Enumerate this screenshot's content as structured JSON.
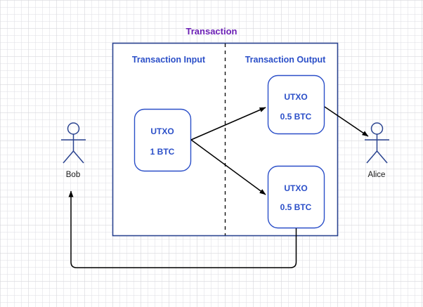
{
  "diagram": {
    "title": "Transaction",
    "title_color": "#6B1FB5",
    "accent_color": "#2B4FC8",
    "container_border_color": "#2B4490",
    "arrow_color": "#000000",
    "background": "grid"
  },
  "container": {
    "sections": [
      {
        "label": "Transaction Input"
      },
      {
        "label": "Transaction Output"
      }
    ],
    "divider": "dashed-vertical"
  },
  "nodes": {
    "input_utxo": {
      "title": "UTXO",
      "amount": "1 BTC"
    },
    "output_utxo_1": {
      "title": "UTXO",
      "amount": "0.5 BTC"
    },
    "output_utxo_2": {
      "title": "UTXO",
      "amount": "0.5 BTC"
    }
  },
  "actors": [
    {
      "name": "Bob"
    },
    {
      "name": "Alice"
    }
  ],
  "edges": [
    {
      "from": "input_utxo",
      "to": "output_utxo_1",
      "style": "solid-arrow"
    },
    {
      "from": "input_utxo",
      "to": "output_utxo_2",
      "style": "solid-arrow"
    },
    {
      "from": "output_utxo_1",
      "to": "Alice",
      "style": "solid-arrow"
    },
    {
      "from": "output_utxo_2",
      "to": "Bob",
      "style": "solid-arrow-orthogonal"
    }
  ]
}
